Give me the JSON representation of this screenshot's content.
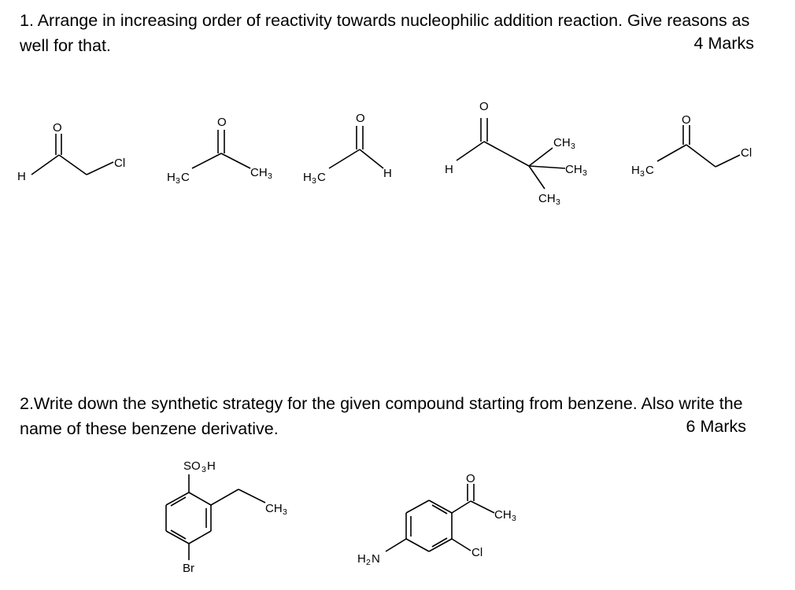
{
  "question1": {
    "text": "1. Arrange in increasing order of reactivity towards nucleophilic addition reaction. Give reasons as well for that.",
    "marks": "4 Marks"
  },
  "question2": {
    "text": "2.Write down the synthetic strategy for the given compound starting from benzene. Also write the name of these benzene derivative.",
    "marks": "6 Marks"
  },
  "atoms": {
    "O": "O",
    "H": "H",
    "Cl": "Cl",
    "Br": "Br",
    "C": "C",
    "CH": "CH",
    "SO": "SO",
    "N": "N",
    "sub2": "2",
    "sub3": "3"
  }
}
